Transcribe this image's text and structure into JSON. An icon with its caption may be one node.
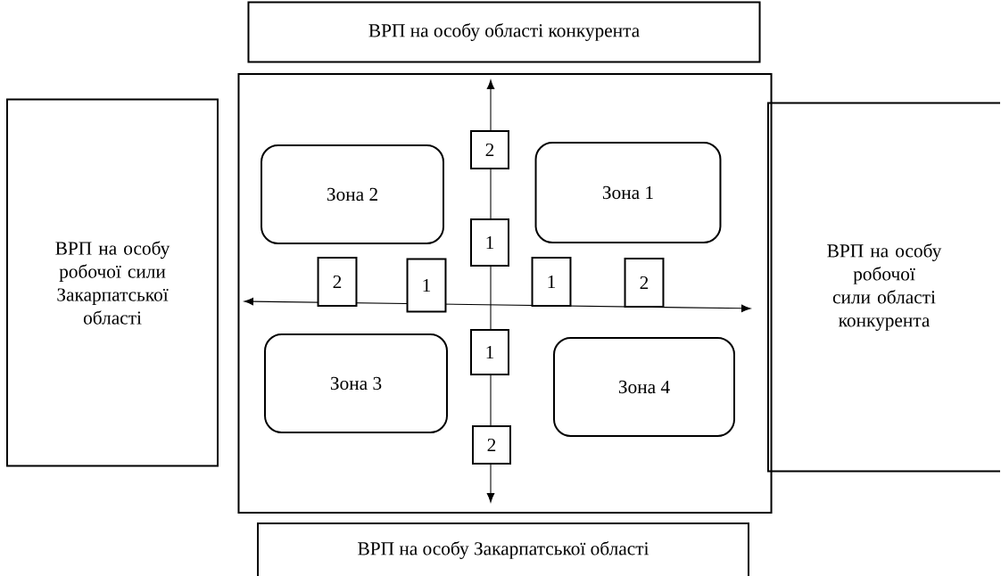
{
  "diagram": {
    "nodes": [
      {
        "text": [
          "ВРП на особу області конкурента"
        ]
      },
      {
        "text": [
          "ВРП на особу робочої сили Закарпатської області"
        ]
      },
      {
        "text": [],
        "shape": "box"
      },
      {
        "text": [
          "Зона 2"
        ],
        "in": 2
      },
      {
        "text": [
          "2"
        ],
        "in": 2
      },
      {
        "text": [
          "Зона 1"
        ],
        "in": 2
      },
      {
        "text": [
          "1"
        ],
        "in": 2
      },
      {
        "text": [
          "2"
        ],
        "in": 2
      },
      {
        "text": [
          "1"
        ],
        "in": 2
      },
      {
        "text": [
          "1"
        ],
        "in": 2
      },
      {
        "text": [
          "2"
        ],
        "in": 2
      },
      {
        "text": [
          "Зона 3"
        ],
        "in": 2
      },
      {
        "text": [
          "1"
        ],
        "in": 2
      },
      {
        "text": [
          "Зона 4"
        ],
        "in": 2
      },
      {
        "text": [
          "2"
        ],
        "in": 2
      },
      {
        "text": [
          "ВРП на особу робочої сили області конкурента"
        ]
      },
      {
        "text": [
          "ВРП на особу Закарпатської області"
        ]
      }
    ]
  }
}
